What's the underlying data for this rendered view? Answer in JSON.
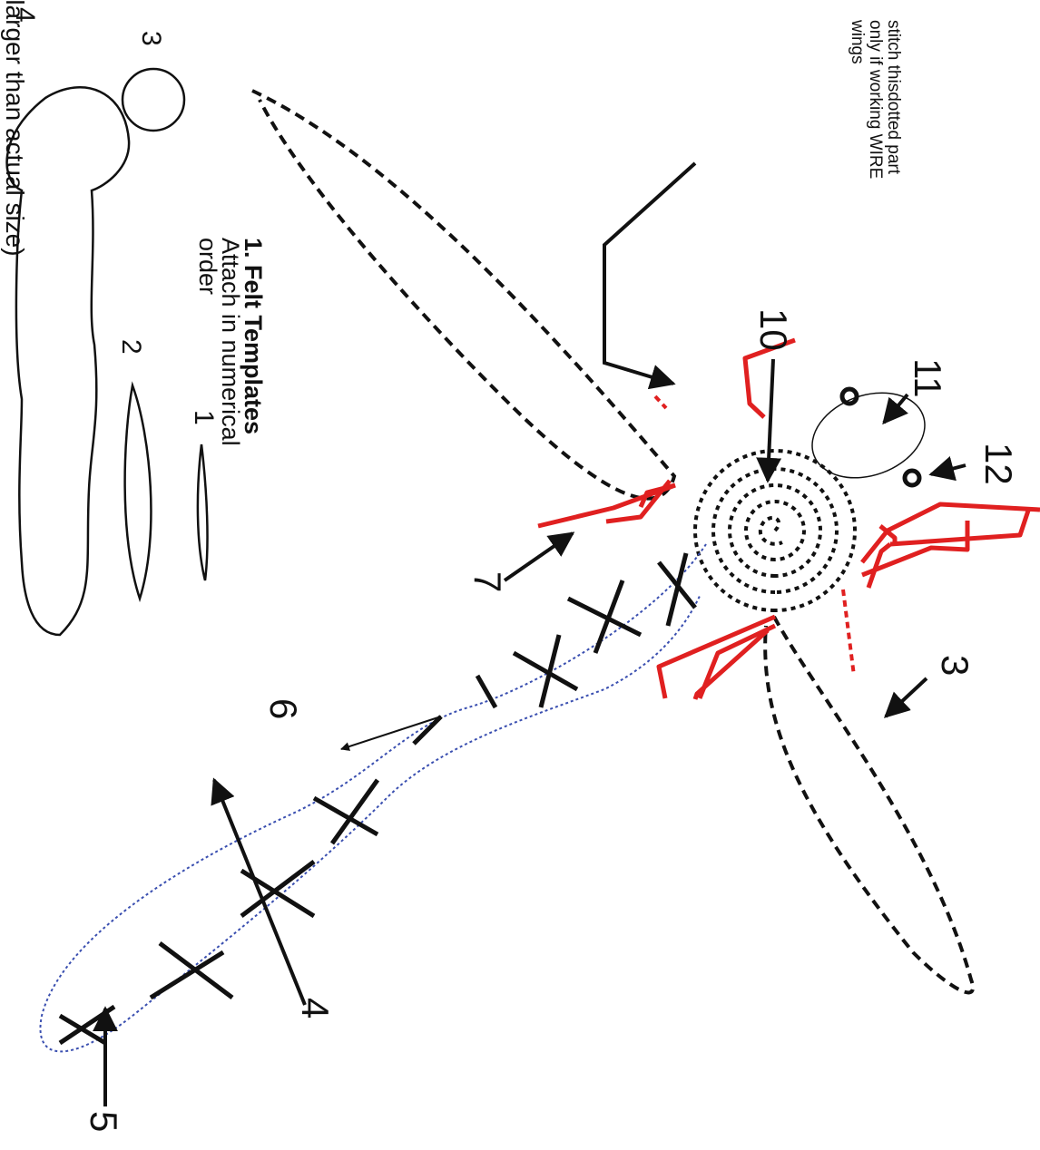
{
  "diagram": {
    "header_text": "(larger than actual size)",
    "templates": {
      "title": "1. Felt Templates",
      "subtitle_line1": "Attach in numerical",
      "subtitle_line2": "order",
      "labels": [
        "1",
        "2",
        "3",
        "4"
      ]
    },
    "note": {
      "line1": "stitch thisdotted part",
      "line2": "only if working WIRE",
      "line3": "wings"
    },
    "callouts": [
      "3",
      "4",
      "5",
      "6",
      "7",
      "10",
      "11",
      "12"
    ],
    "colors": {
      "ink": "#111111",
      "legs": "#e02020",
      "body_outline": "#3a4fb0"
    }
  }
}
